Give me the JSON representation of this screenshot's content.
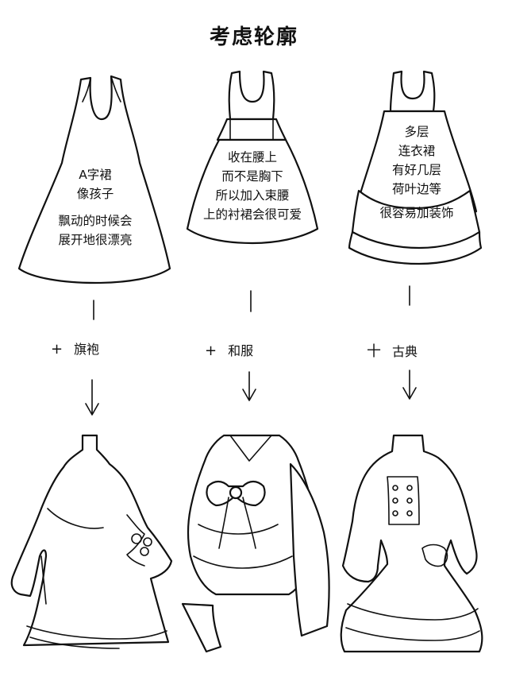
{
  "title": "考虑轮廓",
  "columns": [
    {
      "notes": [
        "A字裙",
        "像孩子",
        "飘动的时候会",
        "展开地很漂亮"
      ],
      "plus_symbol": "+",
      "plus_label": "旗袍",
      "icon": "a-line-dress-icon",
      "result_icon": "qipao-dress-icon"
    },
    {
      "notes": [
        "收在腰上",
        "而不是胸下",
        "所以加入束腰",
        "上的衬裙会很可爱"
      ],
      "plus_symbol": "+",
      "plus_label": "和服",
      "icon": "waisted-dress-icon",
      "result_icon": "kimono-dress-icon"
    },
    {
      "notes": [
        "多层",
        "连衣裙",
        "有好几层",
        "荷叶边等",
        "很容易加装饰"
      ],
      "plus_symbol": "十",
      "plus_label": "古典",
      "icon": "layered-dress-icon",
      "result_icon": "classical-dress-icon"
    }
  ]
}
